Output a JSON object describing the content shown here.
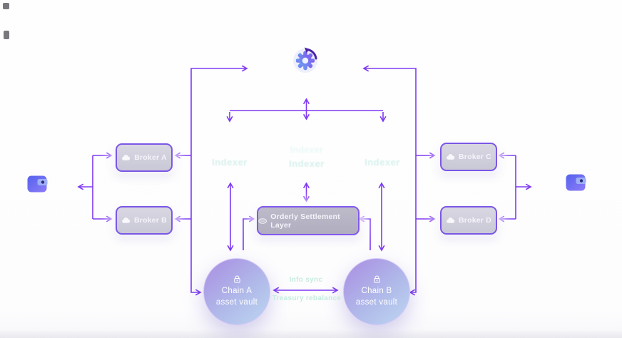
{
  "diagram": {
    "brokers": [
      {
        "label": "Broker A"
      },
      {
        "label": "Broker B"
      },
      {
        "label": "Broker C"
      },
      {
        "label": "Broker D"
      }
    ],
    "settlement_label": "Orderly Settlement Layer",
    "indexers": {
      "left": "Indexer",
      "middle": "Indexer",
      "middle_ghost": "Indexer",
      "right": "Indexer"
    },
    "vaults": [
      {
        "name": "Chain A",
        "caption": "asset vault"
      },
      {
        "name": "Chain B",
        "caption": "asset vault"
      }
    ],
    "vault_flow": {
      "top": "Info sync",
      "bottom": "Treasury rebalance"
    },
    "icons": {
      "gear": "gear-sync-icon",
      "wallet_left": "wallet-icon",
      "wallet_right": "wallet-icon",
      "broker": "cloud-icon",
      "settlement": "coin-icon",
      "vault_lock": "lock-icon"
    },
    "colors": {
      "arrow": "#7e3af2",
      "broker_border": "#7b57e6",
      "broker_fill": "#d0cfdc",
      "settlement_fill": "#b3b0c2",
      "indexer_text": "#d7f1ec",
      "flow_label_text": "#c6ecdf",
      "vault_gradient_start": "#aa90e3",
      "vault_gradient_end": "#bdd6f1",
      "gear_blue": "#69a1f0",
      "gear_purple": "#8356ee",
      "gear_arc": "#4b22a8"
    }
  }
}
